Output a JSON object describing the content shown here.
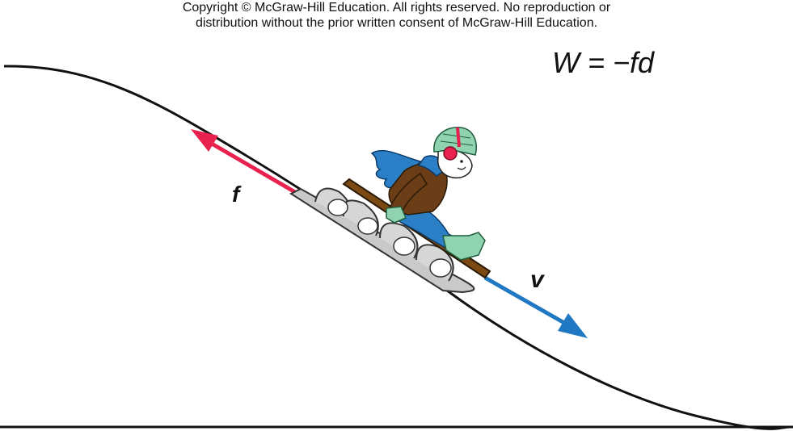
{
  "copyright": {
    "line1": "Copyright © McGraw-Hill Education.  All rights reserved. No reproduction or",
    "line2": "distribution without the prior written consent of McGraw-Hill Education."
  },
  "equation": "W = −fd",
  "labels": {
    "friction": "f",
    "velocity": "v"
  },
  "colors": {
    "hill": "#111111",
    "friction_arrow": "#e8214f",
    "velocity_arrow": "#1f78c1",
    "sled_runner": "#c9c9c9",
    "sled_board": "#7a4a12",
    "jacket": "#6b3e18",
    "pants": "#2a7fc6",
    "scarf": "#2a7fc6",
    "helmet": "#8fd3b0",
    "earmuff": "#e8214f",
    "boots": "#8fd3b0",
    "skin": "#ffffff"
  },
  "icons": [
    "sledding-child-figure",
    "friction-arrow",
    "velocity-arrow"
  ]
}
